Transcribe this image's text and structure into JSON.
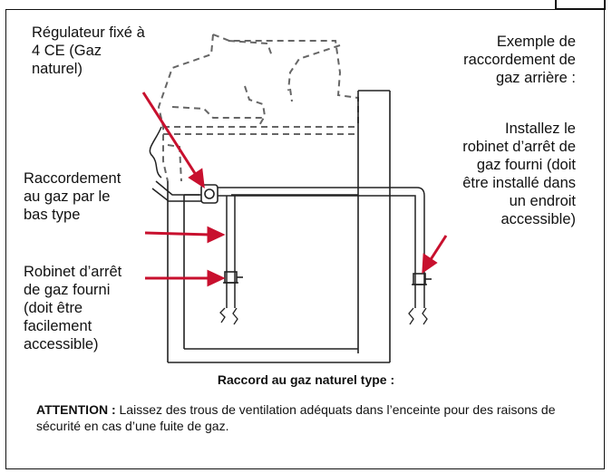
{
  "labels": {
    "regulator": [
      "Régulateur fixé à",
      "4 CE (Gaz",
      "naturel)"
    ],
    "rear_example": [
      "Exemple de",
      "raccordement de",
      "gaz arrière :"
    ],
    "install_valve": [
      "Installez le",
      "robinet d’arrêt de",
      "gaz fourni (doit",
      "être installé dans",
      "un endroit",
      "accessible)"
    ],
    "bottom_connection": [
      "Raccordement",
      "au gaz par le",
      "bas type"
    ],
    "supplied_valve": [
      "Robinet d’arrêt",
      "de gaz fourni",
      "(doit être",
      "facilement",
      "accessible)"
    ]
  },
  "caption": "Raccord au gaz naturel type :",
  "warning": {
    "label": "ATTENTION :",
    "text": " Laissez des trous de ventilation adéquats dans l’enceinte pour des raisons de sécurité en cas d’une fuite de gaz."
  },
  "colors": {
    "arrow": "#c8102e",
    "line": "#222222",
    "dash": "#666666"
  }
}
